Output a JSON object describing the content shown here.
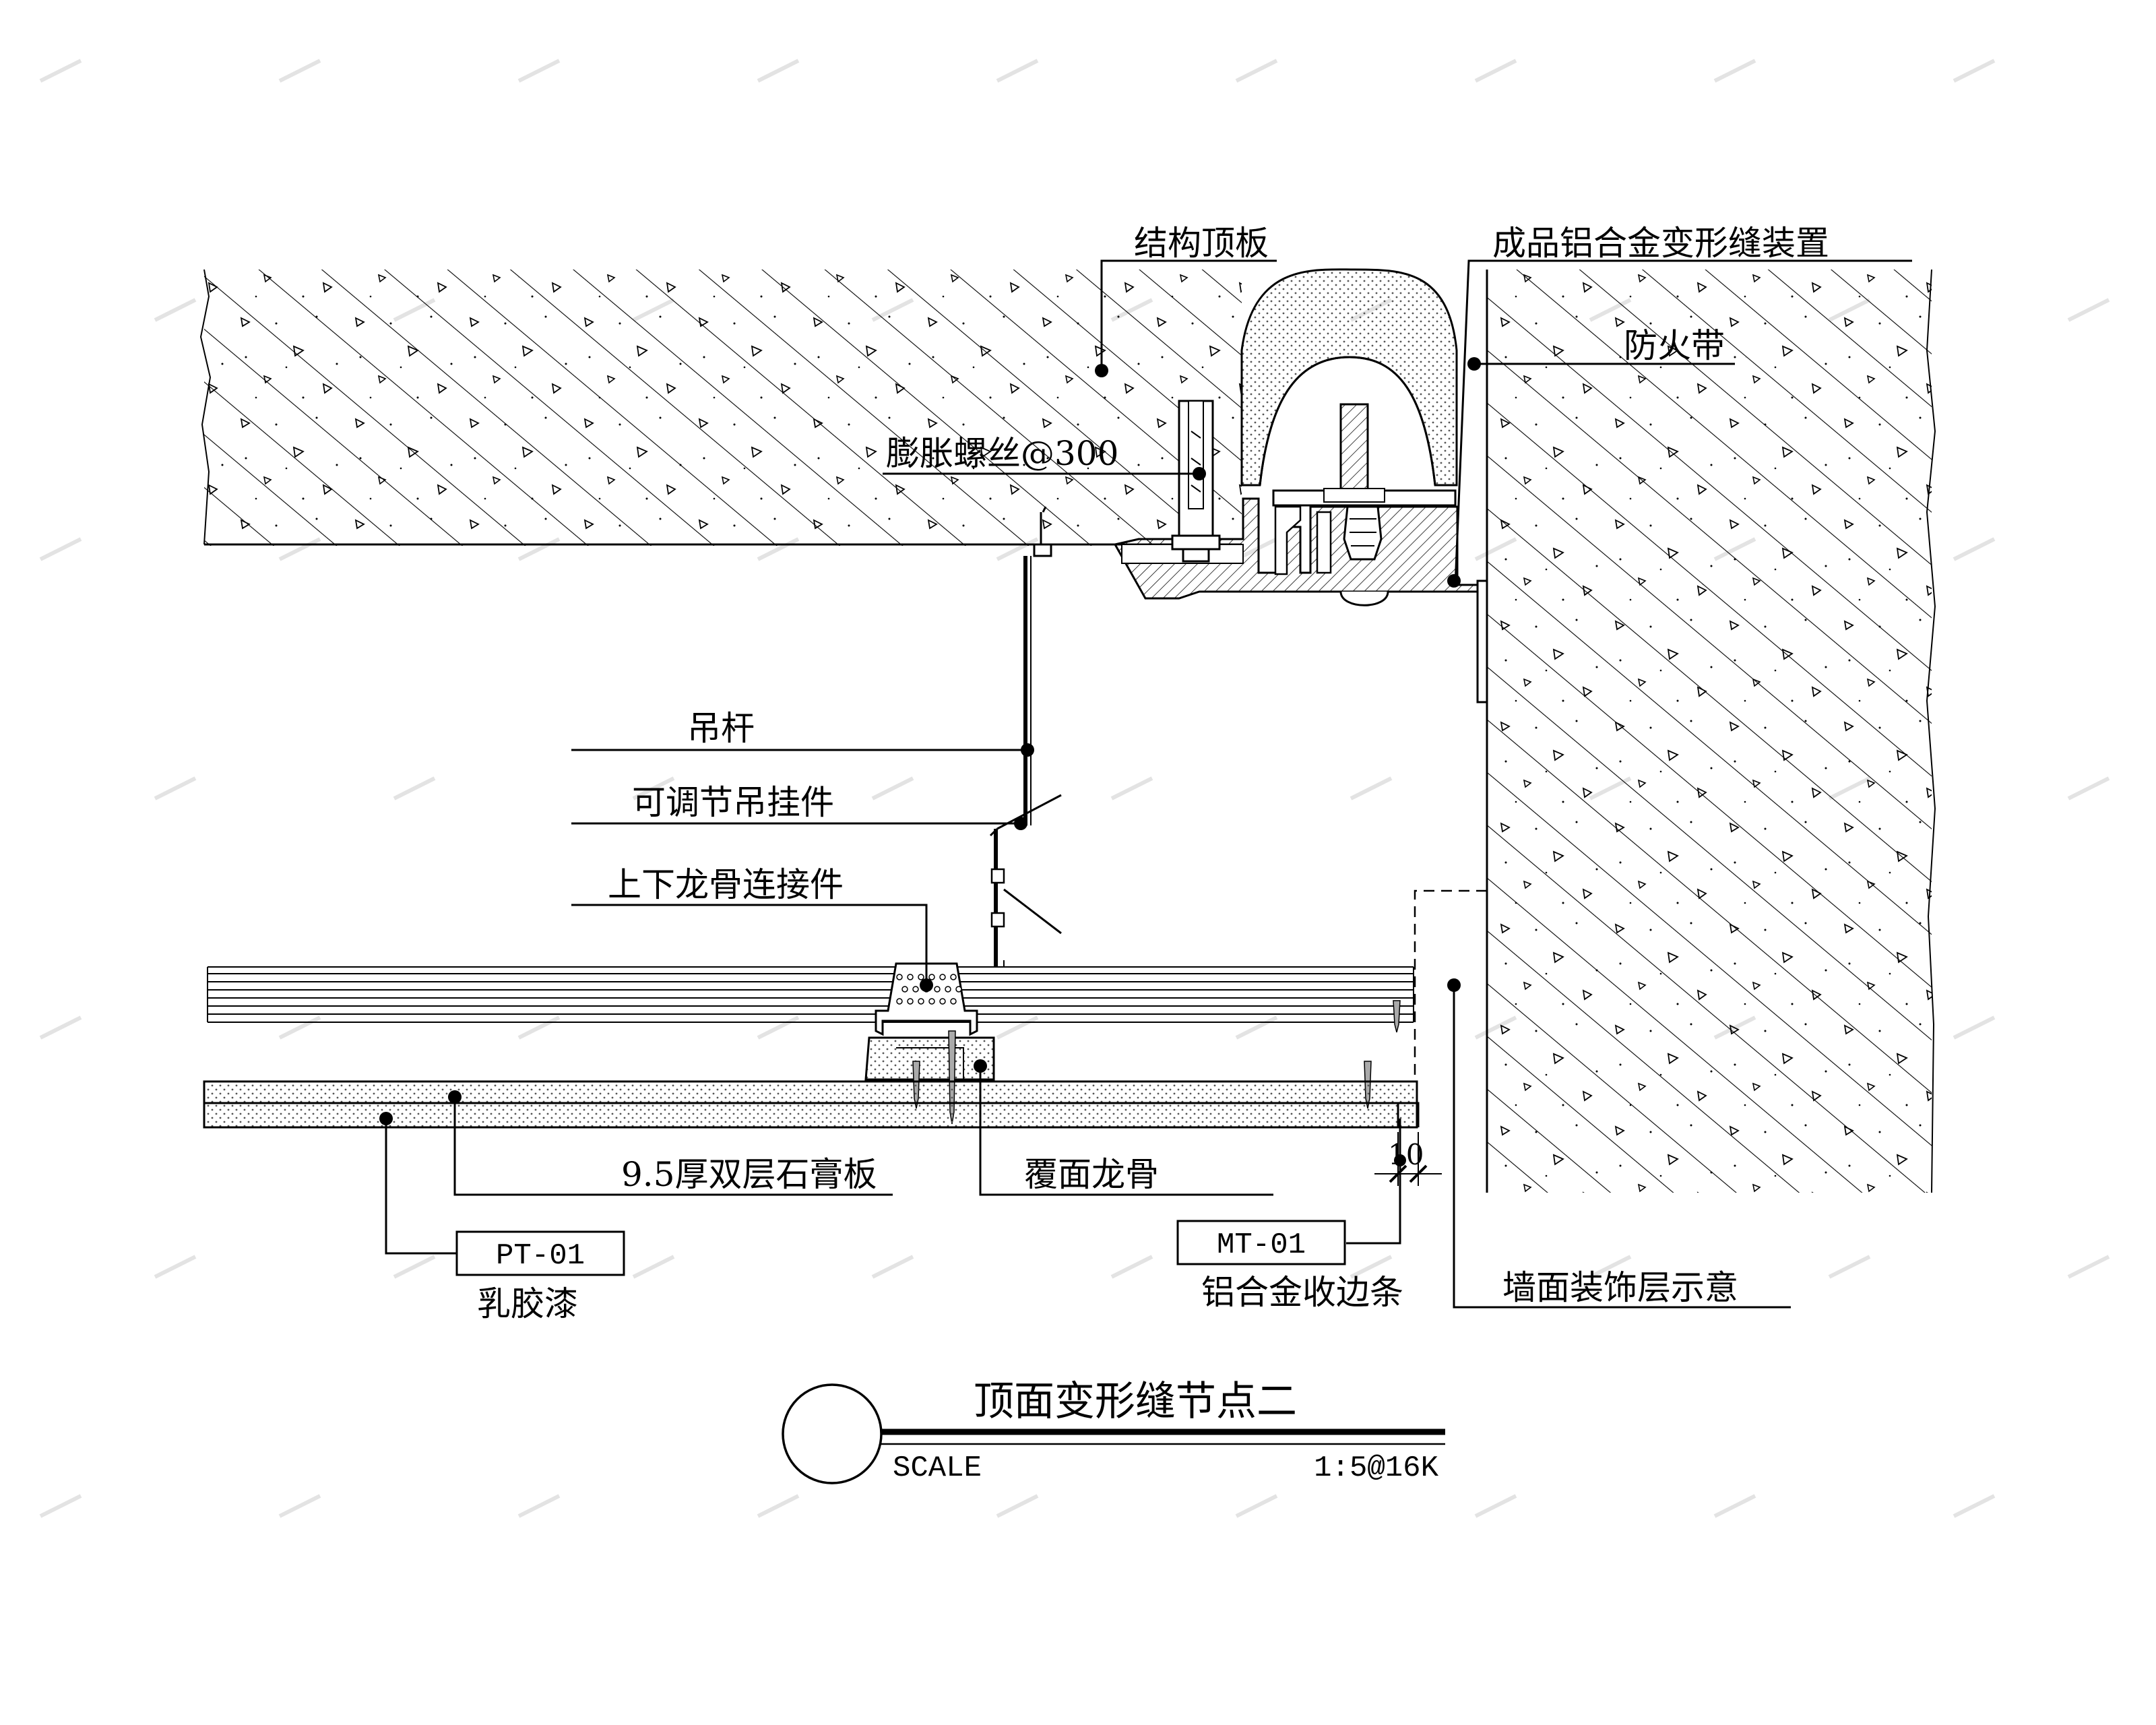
{
  "labels": {
    "structural_slab": "结构顶板",
    "expansion_joint_device": "成品铝合金变形缝装置",
    "fire_strip": "防火带",
    "expansion_bolt": "膨胀螺丝@300",
    "hanger_rod": "吊杆",
    "adjustable_hanger": "可调节吊挂件",
    "keel_connector": "上下龙骨连接件",
    "gypsum_board": "9.5厚双层石膏板",
    "cover_keel": "覆面龙骨",
    "dimension_10": "10",
    "wall_finish": "墙面装饰层示意"
  },
  "tags": [
    {
      "code": "PT-01",
      "caption": "乳胶漆"
    },
    {
      "code": "MT-01",
      "caption": "铝合金收边条"
    }
  ],
  "title_block": {
    "title": "顶面变形缝节点二",
    "scale_label": "SCALE",
    "scale_value": "1:5@16K"
  }
}
